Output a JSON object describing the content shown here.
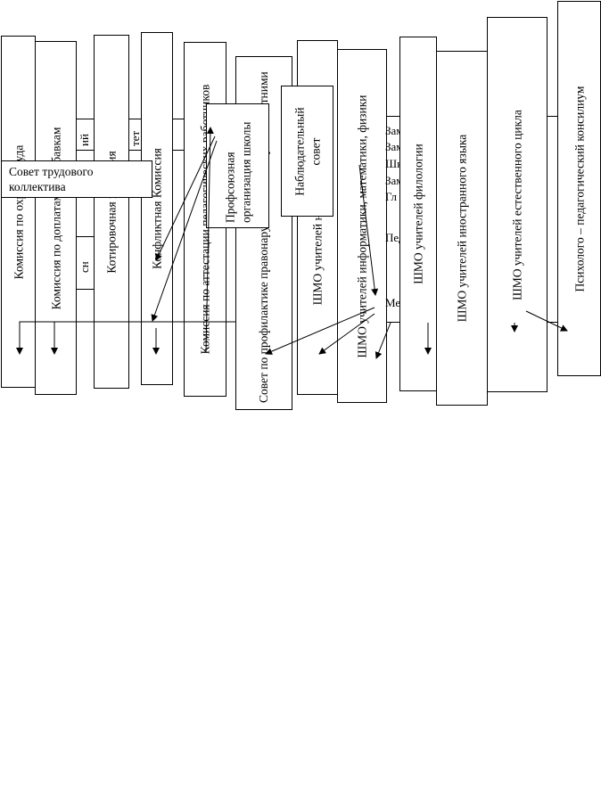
{
  "boxes": {
    "commission_labor": "Комиссия по охране труда",
    "commission_bonuses": "Комиссия по доплатам и надбавкам",
    "quota_commission": "Котировочная комиссия",
    "conflict_commission": "Конфликтная Комиссия",
    "attestation_commission": "Комиссия по аттестации педагогических работников",
    "prevention_council": "Совет по профилактике правонарушений несовершеннолетними",
    "smo_primary": "ШМО учителей начальной школы",
    "smo_math": "ШМО учителей информатики, математики, физики",
    "smo_philology": "ШМО учителей филологии",
    "smo_foreign": "ШМО учителей иностранного языка",
    "smo_science": "ШМО учителей естественного цикла",
    "psych_council": "Психолого – педагогический консилиум",
    "labor_council": "Совет трудового коллектива",
    "trade_union": "Профсоюзная организация школы",
    "supervisory_board": "Наблюдательный совет"
  },
  "fragments": {
    "f_ii": "ий",
    "f_tet": "тет",
    "f_ssn": "сн",
    "f_zam1": "Зам",
    "f_zam2": "Зам",
    "f_shk": "Шк",
    "f_zam3": "Зам",
    "f_gl": "Гл",
    "f_ped": "Пед",
    "f_me": "Ме"
  }
}
